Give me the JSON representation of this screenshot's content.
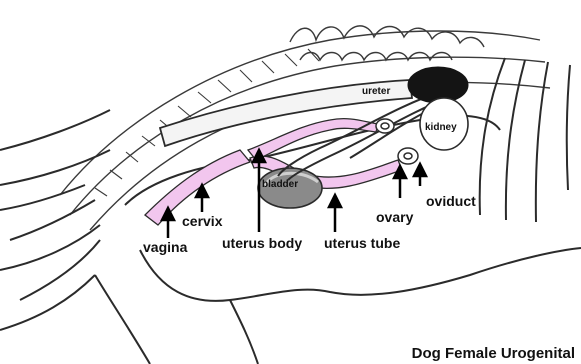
{
  "caption": "Dog Female Urogenital",
  "labels": {
    "ureter": "ureter",
    "kidney": "kidney",
    "bladder": "bladder",
    "ovary": "ovary",
    "oviduct": "oviduct",
    "cervix": "cervix",
    "vagina": "vagina",
    "uterus_body": "uterus body",
    "uterus_tube": "uterus tube"
  },
  "colors": {
    "reproductive_tract": "#f2c6ee",
    "outline": "#2b2b2b",
    "kidney_dark": "#141414",
    "bladder_gray": "#8a8a8a"
  }
}
